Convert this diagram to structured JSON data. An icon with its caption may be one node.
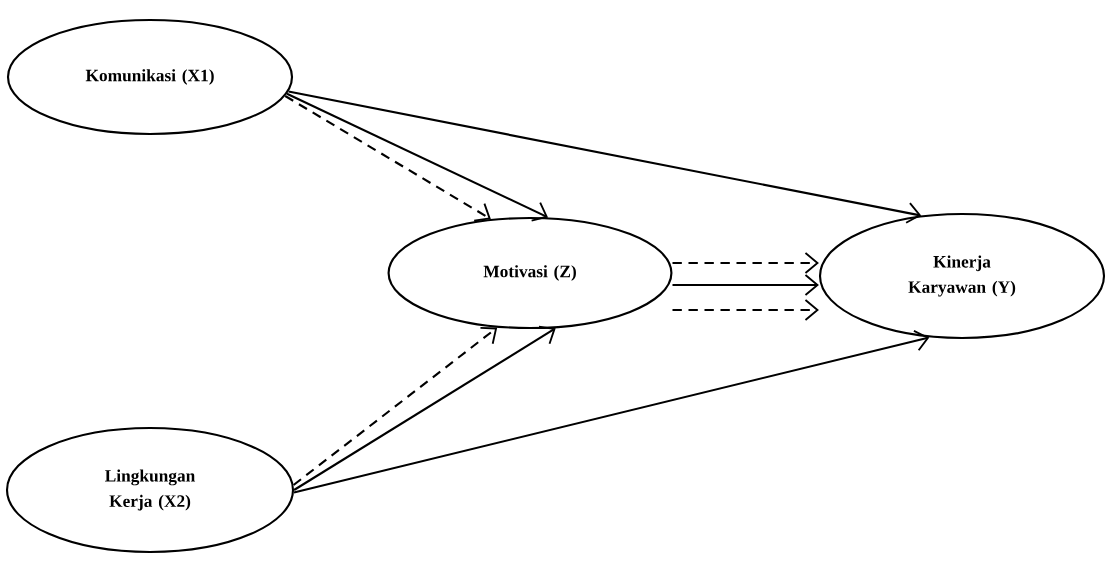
{
  "diagram": {
    "nodes": [
      {
        "text": [
          "Komunikasi (X1)"
        ]
      },
      {
        "text": [
          "Motivasi (Z)"
        ]
      },
      {
        "text": [
          "Kinerja Karyawan (Y)"
        ]
      },
      {
        "text": [
          "Lingkungan Kerja (X2)"
        ]
      }
    ],
    "edges": [
      {
        "from": 0,
        "to": 1,
        "arrow": "to",
        "style": "dashed"
      },
      {
        "from": 0,
        "to": 1,
        "arrow": "to"
      },
      {
        "from": 0,
        "to": 2,
        "arrow": "to"
      },
      {
        "from": 1,
        "to": 2,
        "arrow": "to",
        "style": "dashed"
      },
      {
        "from": 1,
        "to": 2,
        "arrow": "to"
      },
      {
        "from": 1,
        "to": 2,
        "arrow": "to",
        "style": "dashed"
      },
      {
        "from": 3,
        "to": 1,
        "arrow": "to",
        "style": "dashed"
      },
      {
        "from": 3,
        "to": 1,
        "arrow": "to"
      },
      {
        "from": 3,
        "to": 2,
        "arrow": "to"
      }
    ]
  }
}
